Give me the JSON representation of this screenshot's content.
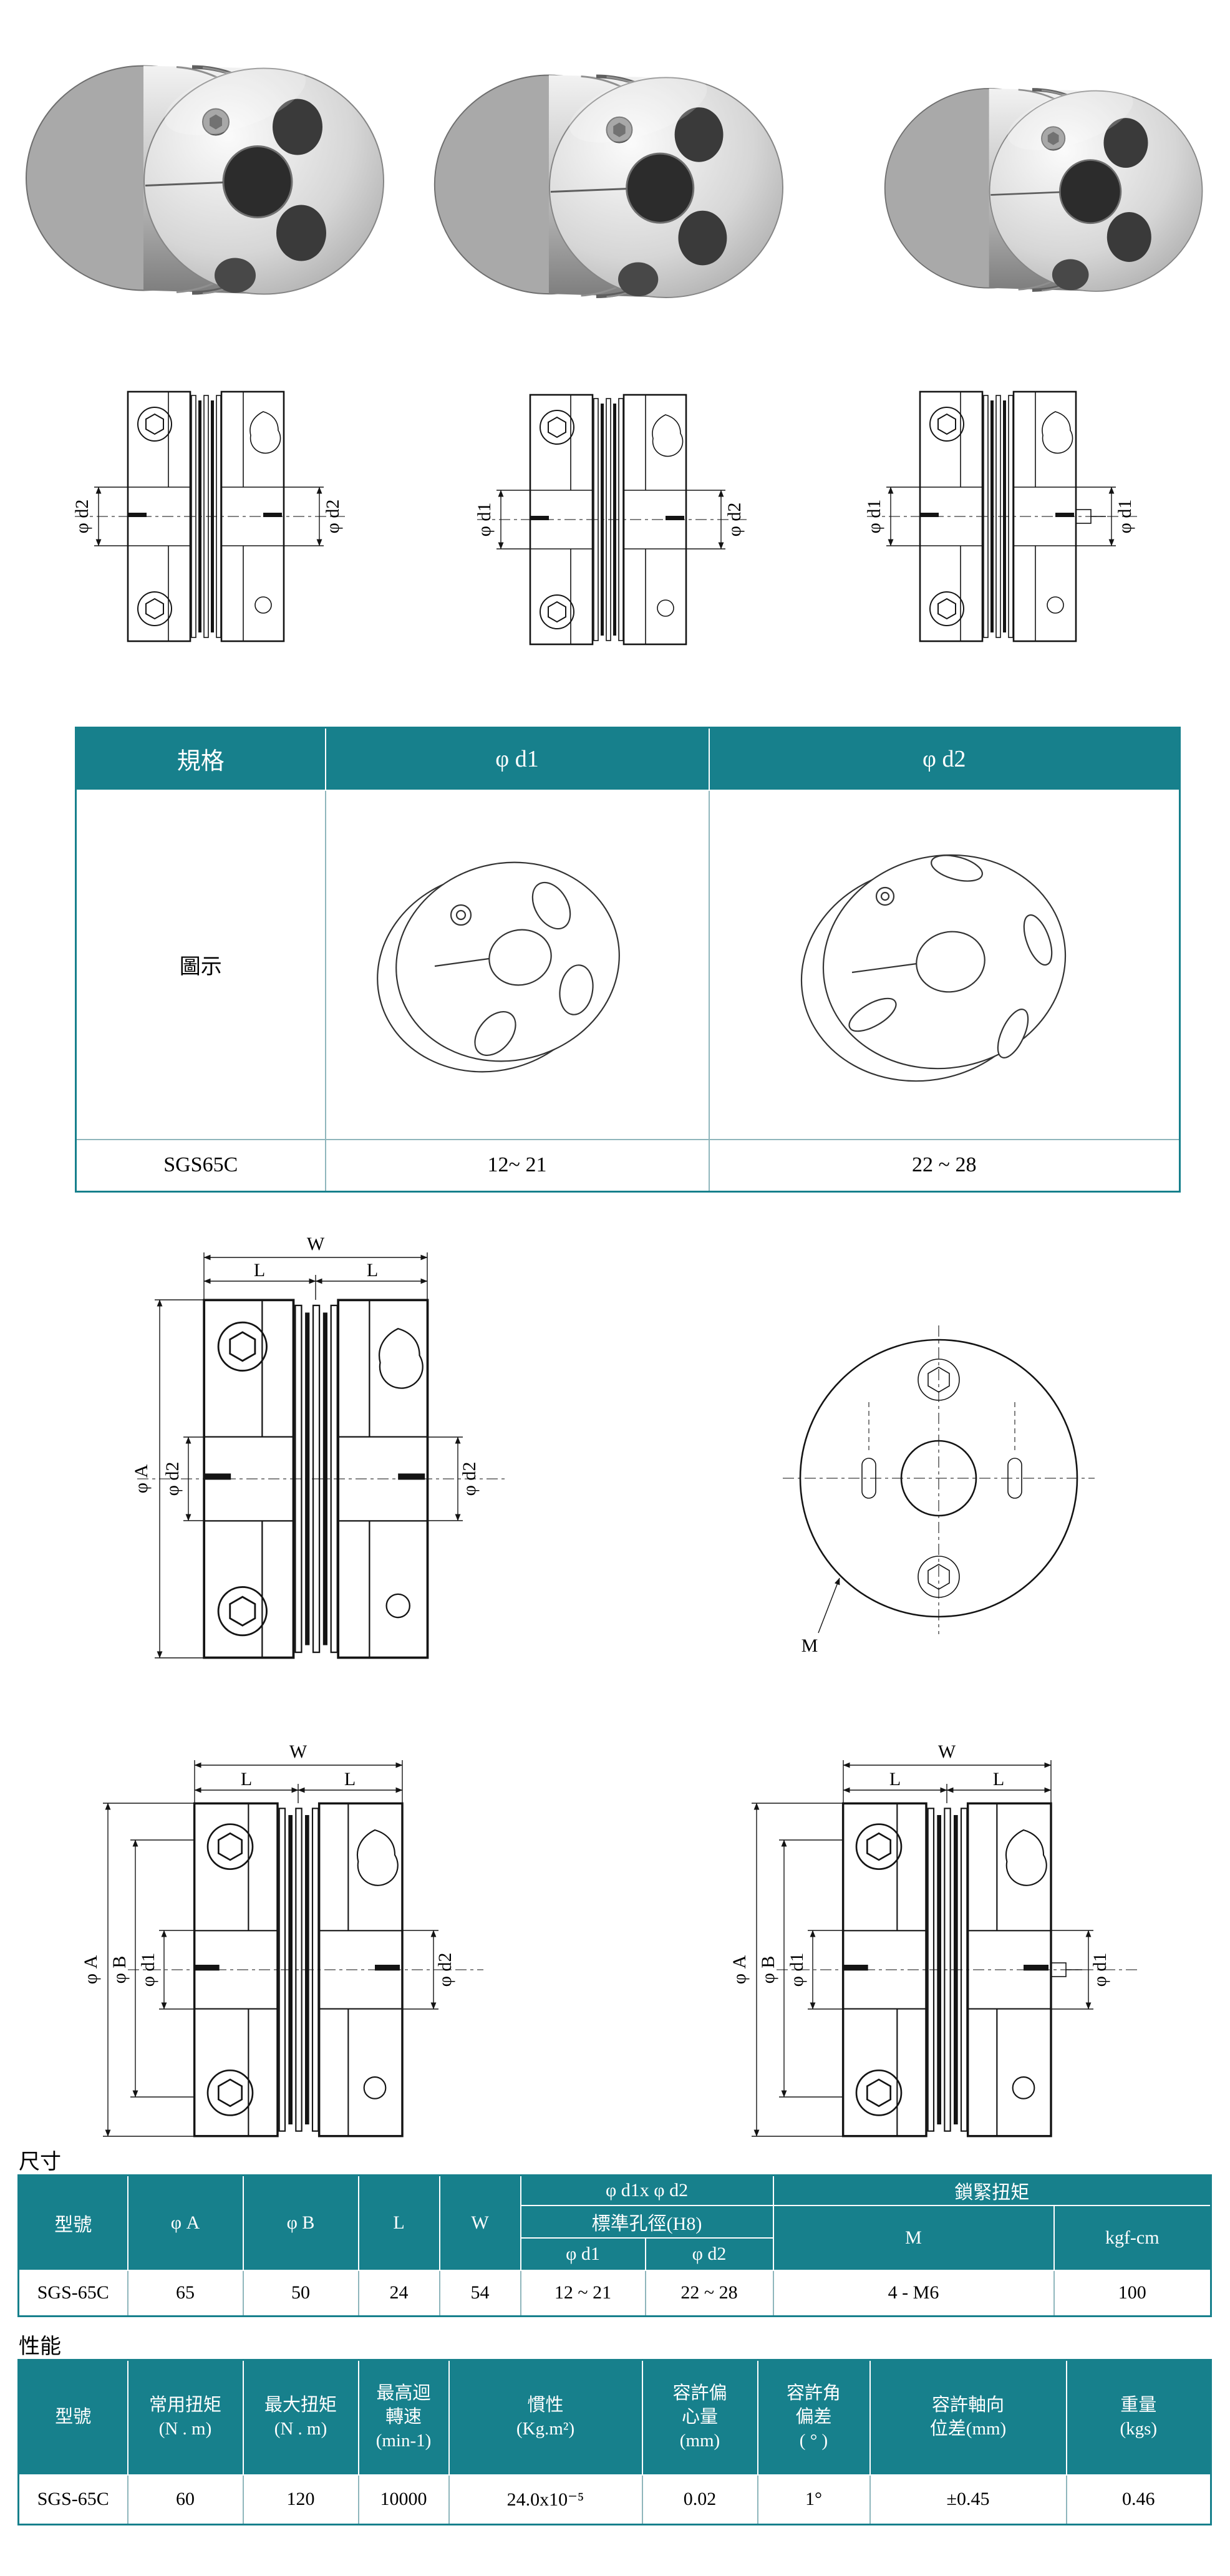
{
  "accent": "#17808C",
  "drawings": {
    "small": [
      {
        "left": "φ d2",
        "right": "φ d2"
      },
      {
        "left": "φ d1",
        "right": "φ d2"
      },
      {
        "left": "φ d1",
        "right": "φ d1"
      }
    ],
    "front_view_label": "M",
    "big": [
      {
        "w": "W",
        "l_left": "L",
        "l_right": "L",
        "outer": "φ A",
        "left_bore": "φ d2",
        "right_bore": "φ d2"
      },
      {
        "w": "W",
        "l_left": "L",
        "l_right": "L",
        "outer": "φ A",
        "mid": "φ B",
        "left_bore": "φ d1",
        "right_bore": "φ d2"
      },
      {
        "w": "W",
        "l_left": "L",
        "l_right": "L",
        "outer": "φ A",
        "mid": "φ B",
        "left_bore": "φ d1",
        "right_bore": "φ d1"
      }
    ]
  },
  "spec_table": {
    "col_spec": "規格",
    "col_d1": "φ d1",
    "col_d2": "φ d2",
    "row_illustration": "圖示",
    "model": "SGS65C",
    "d1_range": "12~ 21",
    "d2_range": "22 ~ 28"
  },
  "size_section": {
    "title": "尺寸",
    "headers": {
      "model": "型號",
      "phiA": "φ A",
      "phiB": "φ B",
      "L": "L",
      "W": "W",
      "d1xd2": "φ d1x φ d2",
      "std_bore": "標準孔徑(H8)",
      "d1": "φ d1",
      "d2": "φ d2",
      "lock_torque": "鎖緊扭矩",
      "M": "M",
      "kgfcm": "kgf-cm"
    },
    "row": {
      "model": "SGS-65C",
      "phiA": "65",
      "phiB": "50",
      "L": "24",
      "W": "54",
      "d1": "12 ~ 21",
      "d2": "22 ~ 28",
      "M": "4 - M6",
      "kgfcm": "100"
    }
  },
  "perf_section": {
    "title": "性能",
    "headers": {
      "model": "型號",
      "normal_torque": "常用扭矩\n(N . m)",
      "max_torque": "最大扭矩\n(N . m)",
      "max_speed": "最高迴\n轉速\n(min-1)",
      "inertia": "慣性\n(Kg.m²)",
      "eccentricity": "容許偏\n心量\n(mm)",
      "angular": "容許角\n偏差\n( ° )",
      "axial": "容許軸向\n位差(mm)",
      "weight": "重量\n(kgs)"
    },
    "row": {
      "model": "SGS-65C",
      "normal_torque": "60",
      "max_torque": "120",
      "max_speed": "10000",
      "inertia": "24.0x10⁻⁵",
      "eccentricity": "0.02",
      "angular": "1°",
      "axial": "±0.45",
      "weight": "0.46"
    }
  }
}
